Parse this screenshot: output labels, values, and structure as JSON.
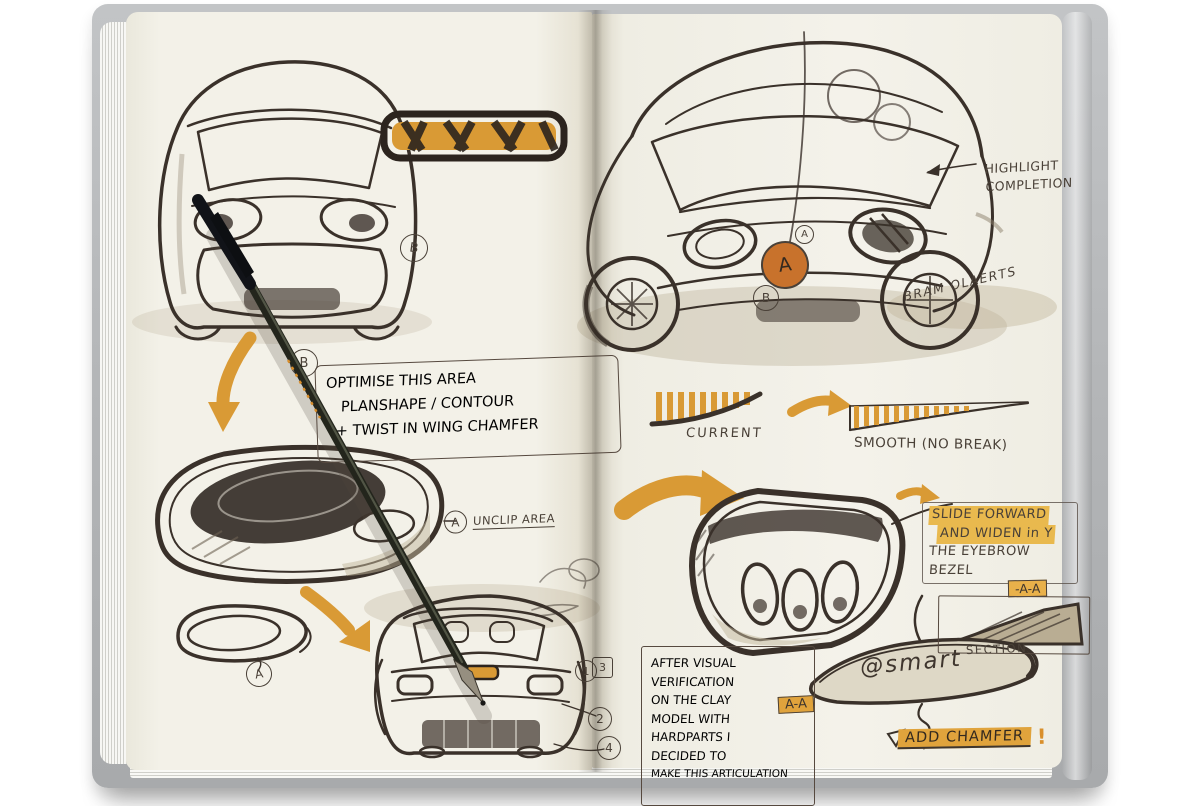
{
  "scene": {
    "description": "Open designer sketchbook with smart car design sketches and a ballpoint pen",
    "objects": [
      "sketchbook",
      "ballpoint-pen"
    ]
  },
  "colors": {
    "page": "#f3f1e8",
    "cover": "#b4b6b8",
    "ink": "#3a312a",
    "marker_orange": "#d99a35",
    "highlight_yellow": "#e9b94e",
    "accent_rust": "#c8722c"
  },
  "left_page": {
    "optimise_note": {
      "lines": [
        "OPTIMISE THIS AREA",
        "PLANSHAPE / CONTOUR",
        "+ TWIST IN WING CHAMFER"
      ]
    },
    "unclip_label": {
      "marker": "A",
      "text": "UNCLIP AREA"
    },
    "markers": {
      "b_car": "B",
      "b_note": "B",
      "a_oval": "A"
    },
    "rear_car_markers": {
      "m1": "1",
      "m3": "3",
      "m2": "2",
      "m4": "4"
    }
  },
  "right_page": {
    "highlight_note": {
      "lines": [
        "HIGHLIGHT",
        "COMPLETION"
      ]
    },
    "signature": "BRAM OLAERTS",
    "current_label": "CURRENT",
    "smooth_label": "SMOOTH (NO BREAK)",
    "slide_note": {
      "lines": [
        "SLIDE FORWARD",
        "AND WIDEN in Y",
        "THE EYEBROW",
        "BEZEL"
      ]
    },
    "section_tag": "-A-A",
    "section_label": "SECTION",
    "after_note": {
      "lines": [
        "AFTER VISUAL",
        "VERIFICATION",
        "ON THE CLAY",
        "MODEL WITH",
        "HARDPARTS I",
        "DECIDED TO",
        "MAKE THIS ARTICULATION"
      ]
    },
    "bezel_logo": "@smart",
    "aa_tag": "A-A",
    "add_chamfer": {
      "text": "ADD CHAMFER",
      "exclamation": "!"
    },
    "car_markers": {
      "a_small": "A",
      "a_badge": "A",
      "b": "B"
    }
  }
}
